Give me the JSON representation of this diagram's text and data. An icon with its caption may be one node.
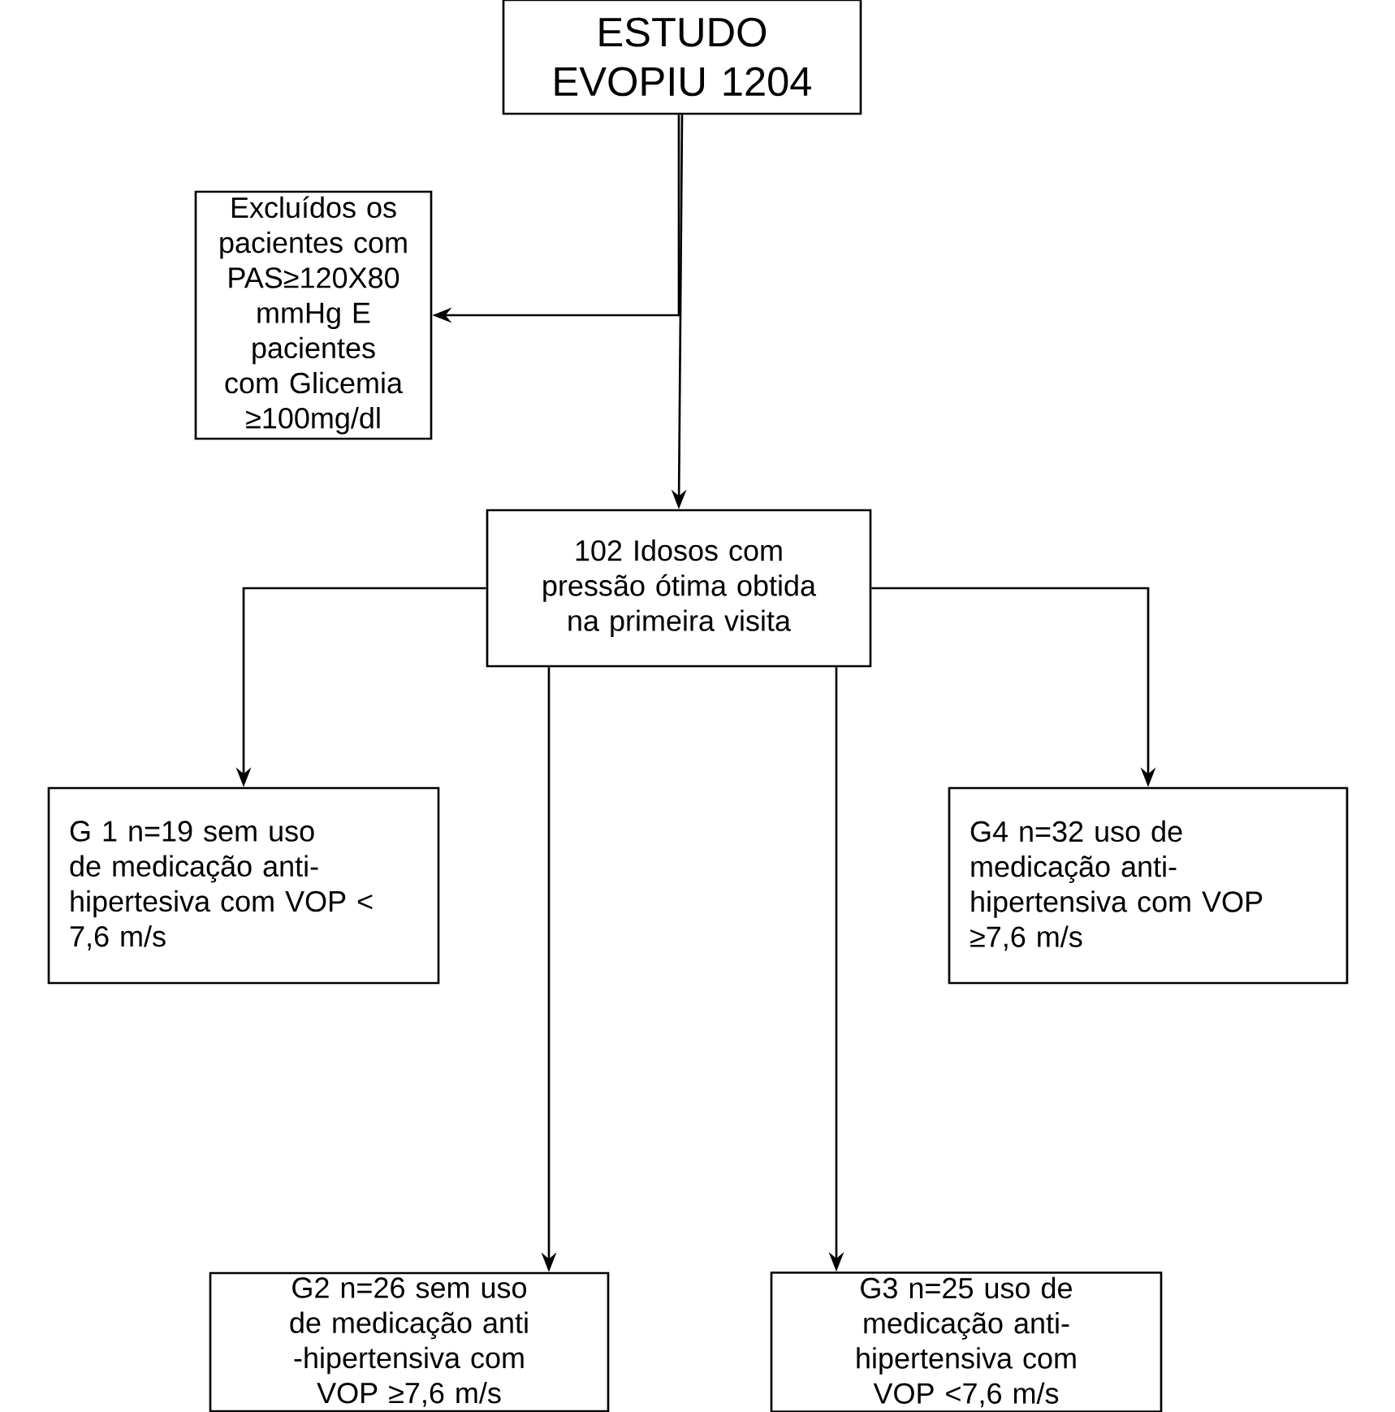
{
  "diagram": {
    "nodes": [
      {
        "text": [
          "ESTUDO EVOPIU 1204"
        ]
      },
      {
        "text": [
          "Excluídos os pacientes com PAS≥120X80 mmHg E pacientes com Glicemia ≥100mg/dl"
        ]
      },
      {
        "text": [
          "102 Idosos com pressão ótima obtida na primeira visita"
        ]
      },
      {
        "text": [
          "G 1 n=19 sem uso de medicação anti- hipertesiva com VOP < 7,6 m/s"
        ]
      },
      {
        "text": [
          "G4 n=32 uso de medicação anti- hipertensiva com VOP ≥7,6 m/s"
        ]
      },
      {
        "text": [
          "G2 n=26 sem uso de medicação anti -hipertensiva com VOP ≥7,6 m/s"
        ]
      },
      {
        "text": [
          "G3 n=25 uso de medicação anti- hipertensiva com VOP <7,6 m/s"
        ]
      }
    ],
    "edges": [
      {
        "from": 0,
        "to": 2,
        "arrow": "to"
      },
      {
        "from": 0,
        "to": 1,
        "arrow": "to"
      },
      {
        "from": 2,
        "to": 3,
        "arrow": "to"
      },
      {
        "from": 2,
        "to": 4,
        "arrow": "to"
      },
      {
        "from": 2,
        "to": 5,
        "arrow": "to"
      },
      {
        "from": 2,
        "to": 6,
        "arrow": "to"
      }
    ]
  }
}
